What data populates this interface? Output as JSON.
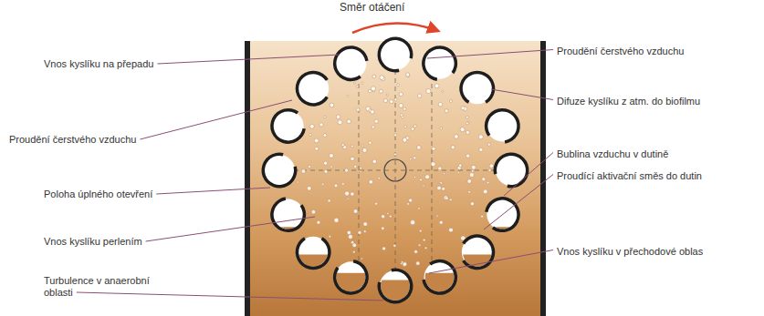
{
  "diagram": {
    "labels": [
      "Směr otáčení",
      "Vnos kyslíku na přepadu",
      "Proudění čerstvého vzduchu",
      "Poloha úplného otevření",
      "Vnos kyslíku perlením",
      "Turbulence v anaerobní oblasti",
      "Proudění čerstvého vzduchu",
      "Difuze kyslíku z atm. do biofilmu",
      "Bublina vzduchu v dutině",
      "Proudící aktivační směs do dutin",
      "Vnos kyslíku v přechodové oblas"
    ]
  }
}
